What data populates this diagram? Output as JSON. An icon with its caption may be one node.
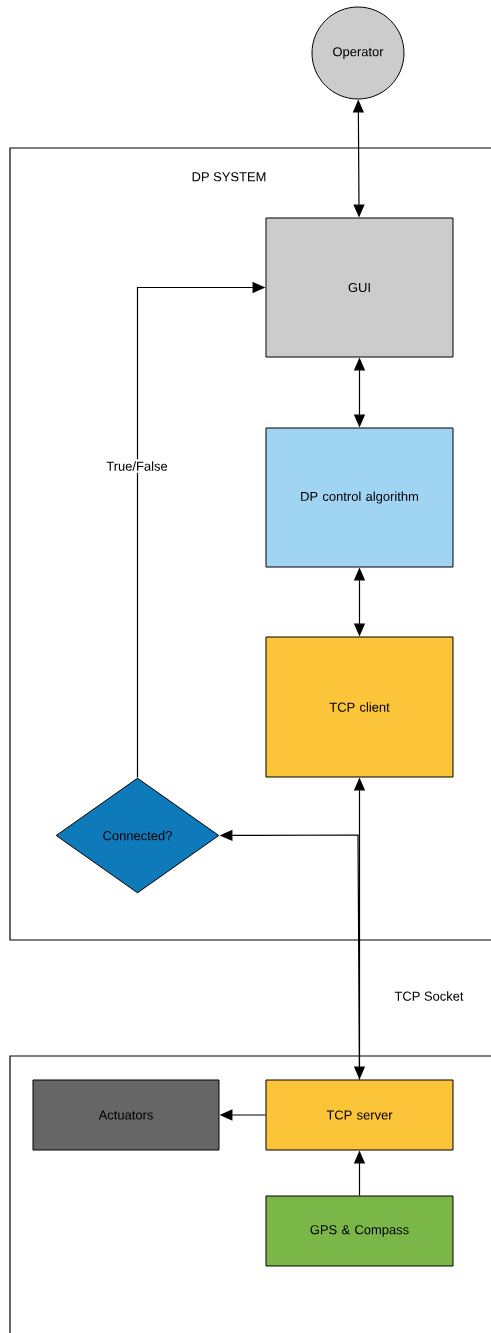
{
  "diagram": {
    "nodes": [
      {
        "text": [
          "Operator"
        ]
      },
      {
        "text": [
          "DP SYSTEM"
        ]
      },
      {
        "text": [
          "GUI"
        ],
        "in": 1
      },
      {
        "text": [
          "DP control algorithm"
        ],
        "in": 1
      },
      {
        "text": [
          "TCP client"
        ],
        "in": 1
      },
      {
        "text": [
          "Connected?"
        ],
        "in": 1
      },
      {
        "text": [],
        "shape": "box"
      },
      {
        "text": [
          "Actuators"
        ],
        "in": 6
      },
      {
        "text": [
          "TCP server"
        ],
        "in": 6
      },
      {
        "text": [
          "GPS & Compass"
        ],
        "in": 6
      }
    ],
    "edges": [
      {
        "from": 0,
        "to": 2,
        "arrow": "both"
      },
      {
        "from": 2,
        "to": 3,
        "arrow": "both"
      },
      {
        "from": 3,
        "to": 4,
        "arrow": "both"
      },
      {
        "from": 8,
        "to": 4,
        "arrow": "both",
        "label": "TCP Socket"
      },
      {
        "from": 8,
        "to": 5,
        "arrow": "to"
      },
      {
        "from": 5,
        "to": 2,
        "arrow": "to",
        "label": "True/False"
      },
      {
        "from": 8,
        "to": 7,
        "arrow": "to"
      },
      {
        "from": 9,
        "to": 8,
        "arrow": "to"
      }
    ]
  }
}
